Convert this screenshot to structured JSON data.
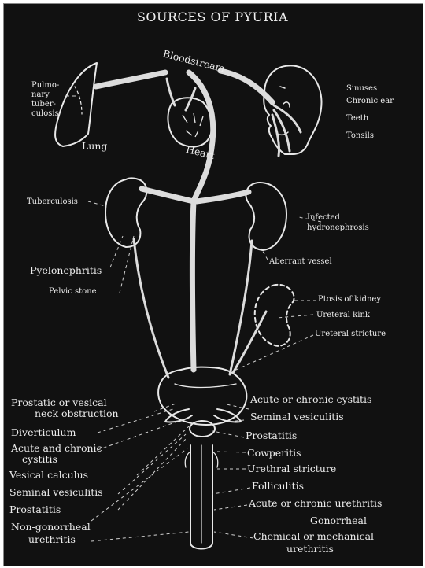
{
  "title": "SOURCES OF PYURIA",
  "labels": {
    "bloodstream": "Bloodstream",
    "pulmonary_tuberculosis": [
      "Pulmo-",
      "nary",
      "tuber-",
      "culosis"
    ],
    "lung": "Lung",
    "heart": "Heart",
    "sinuses": "Sinuses",
    "chronic_ear": "Chronic ear",
    "teeth": "Teeth",
    "tonsils": "Tonsils",
    "tuberculosis": "Tuberculosis",
    "infected_hydronephrosis": [
      "Infected",
      "hydronephrosis"
    ],
    "aberrant_vessel": "Aberrant vessel",
    "pyelonephritis": "Pyelonephritis",
    "pelvic_stone": "Pelvic stone",
    "ptosis_of_kidney": "Ptosis of kidney",
    "ureteral_kink": "Ureteral kink",
    "ureteral_stricture": "Ureteral stricture"
  },
  "left_column": {
    "prostatic_obstruction": [
      "Prostatic or vesical",
      "neck obstruction"
    ],
    "diverticulum": "Diverticulum",
    "acute_chronic_cystitis": [
      "Acute and chronic",
      "cystitis"
    ],
    "vesical_calculus": "Vesical calculus",
    "seminal_vesiculitis": "Seminal vesiculitis",
    "prostatitis": "Prostatitis",
    "non_gonorrheal": [
      "Non-gonorrheal",
      "urethritis"
    ]
  },
  "right_column": {
    "acute_chronic_cystitis": "Acute or chronic cystitis",
    "seminal_vesiculitis": "Seminal vesiculitis",
    "prostatitis": "Prostatitis",
    "cowperitis": "Cowperitis",
    "urethral_stricture": "Urethral stricture",
    "folliculitis": "Folliculitis",
    "acute_chronic_urethritis": "Acute or chronic urethritis",
    "gonorrheal": "Gonorrheal",
    "chemical_mechanical": [
      "Chemical or mechanical",
      "urethritis"
    ]
  },
  "colors": {
    "background": "#111111",
    "ink": "#ececec"
  }
}
